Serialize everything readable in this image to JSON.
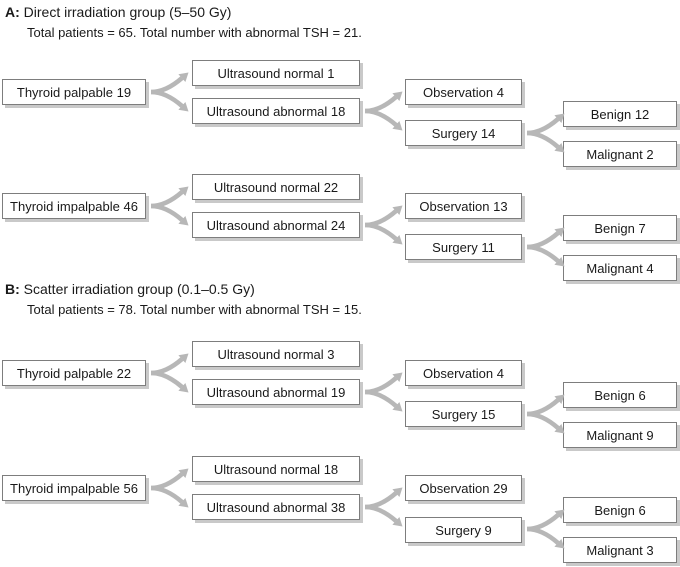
{
  "figure": {
    "type": "patient-flow-diagram",
    "background": "#ffffff"
  },
  "styles": {
    "text_color": "#1a1a1a",
    "box_border": "#7d7d7d",
    "box_shadow_color": "#c9c9c9",
    "arrow_color": "#b7b7b7"
  },
  "groups": [
    {
      "heading_prefix": "A:",
      "heading": "Direct irradiation group (5–50 Gy)",
      "subtitle": "Total patients = 65. Total number with abnormal TSH = 21.",
      "rows": [
        {
          "root": {
            "label": "Thyroid palpable",
            "value": "19"
          },
          "ultrasound_normal": {
            "label": "Ultrasound normal",
            "value": "1"
          },
          "ultrasound_abnormal": {
            "label": "Ultrasound abnormal",
            "value": "18"
          },
          "observation": {
            "label": "Observation",
            "value": "4"
          },
          "surgery": {
            "label": "Surgery",
            "value": "14"
          },
          "benign": {
            "label": "Benign",
            "value": "12"
          },
          "malignant": {
            "label": "Malignant",
            "value": "2"
          }
        },
        {
          "root": {
            "label": "Thyroid impalpable",
            "value": "46"
          },
          "ultrasound_normal": {
            "label": "Ultrasound normal",
            "value": "22"
          },
          "ultrasound_abnormal": {
            "label": "Ultrasound abnormal",
            "value": "24"
          },
          "observation": {
            "label": "Observation",
            "value": "13"
          },
          "surgery": {
            "label": "Surgery",
            "value": "11"
          },
          "benign": {
            "label": "Benign",
            "value": "7"
          },
          "malignant": {
            "label": "Malignant",
            "value": "4"
          }
        }
      ]
    },
    {
      "heading_prefix": "B:",
      "heading": "Scatter irradiation group (0.1–0.5 Gy)",
      "subtitle": "Total patients = 78. Total number with abnormal TSH = 15.",
      "rows": [
        {
          "root": {
            "label": "Thyroid palpable",
            "value": "22"
          },
          "ultrasound_normal": {
            "label": "Ultrasound normal",
            "value": "3"
          },
          "ultrasound_abnormal": {
            "label": "Ultrasound abnormal",
            "value": "19"
          },
          "observation": {
            "label": "Observation",
            "value": "4"
          },
          "surgery": {
            "label": "Surgery",
            "value": "15"
          },
          "benign": {
            "label": "Benign",
            "value": "6"
          },
          "malignant": {
            "label": "Malignant",
            "value": "9"
          }
        },
        {
          "root": {
            "label": "Thyroid impalpable",
            "value": "56"
          },
          "ultrasound_normal": {
            "label": "Ultrasound normal",
            "value": "18"
          },
          "ultrasound_abnormal": {
            "label": "Ultrasound abnormal",
            "value": "38"
          },
          "observation": {
            "label": "Observation",
            "value": "29"
          },
          "surgery": {
            "label": "Surgery",
            "value": "9"
          },
          "benign": {
            "label": "Benign",
            "value": "6"
          },
          "malignant": {
            "label": "Malignant",
            "value": "3"
          }
        }
      ]
    }
  ]
}
